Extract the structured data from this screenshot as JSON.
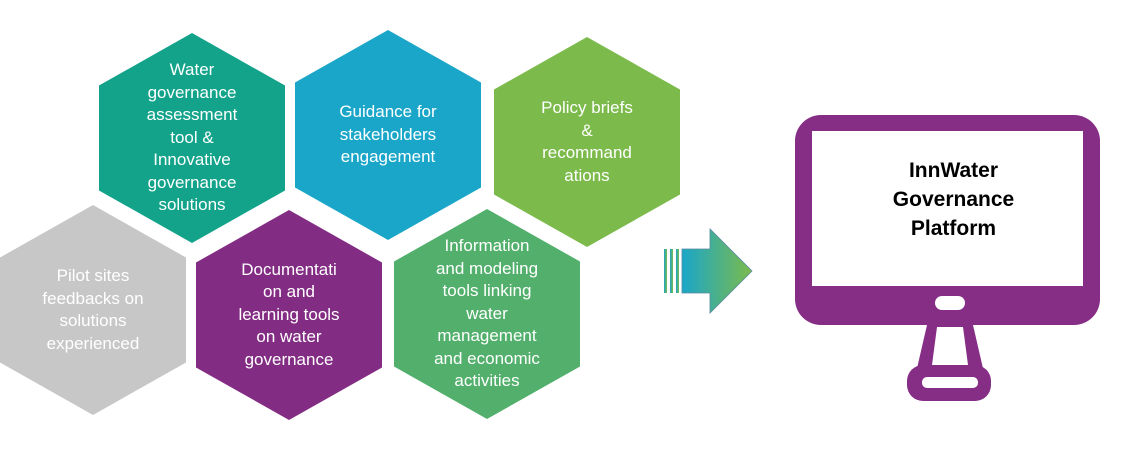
{
  "hexagons": [
    {
      "id": "assessment",
      "label": "Water\ngovernance\nassessment\ntool &\nInnovative\ngovernance\nsolutions",
      "color": "#12A38A"
    },
    {
      "id": "guidance",
      "label": "Guidance for\nstakeholders\nengagement",
      "color": "#1AA6C9"
    },
    {
      "id": "policy",
      "label": "Policy briefs\n&\nrecommand\nations",
      "color": "#7CBB4B"
    },
    {
      "id": "pilot",
      "label": "Pilot sites\nfeedbacks on\nsolutions\nexperienced",
      "color": "#C7C7C7"
    },
    {
      "id": "documentation",
      "label": "Documentati\non and\nlearning tools\non water\ngovernance",
      "color": "#832C83"
    },
    {
      "id": "information",
      "label": "Information\nand modeling\ntools linking\nwater\nmanagement\nand economic\nactivities",
      "color": "#53B06C"
    }
  ],
  "arrow": {
    "gradient_start": "#1AA6C9",
    "gradient_end": "#7CBB4B"
  },
  "platform": {
    "title": "InnWater\nGovernance\nPlatform",
    "frame_color": "#862D86",
    "screen_color": "#ffffff",
    "icon": "monitor-icon"
  }
}
